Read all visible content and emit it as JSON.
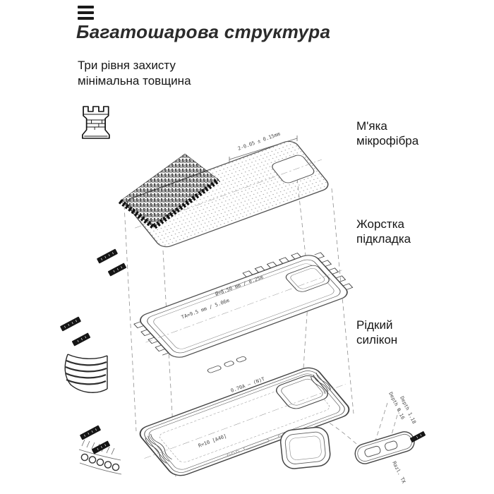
{
  "header": {
    "title": "Багатошарова структура",
    "subtitle_line1": "Три рівня захисту",
    "subtitle_line2": "мінімальна товщина"
  },
  "labels": {
    "microfiber": {
      "line1": "М'яка",
      "line2": "мікрофібра"
    },
    "liner": {
      "line1": "Жорстка",
      "line2": "підкладка"
    },
    "silicone": {
      "line1": "Рідкий",
      "line2": "силікон"
    }
  },
  "annotations": {
    "sheet_dim": "2-0.05 ± 0.15mm",
    "liner_dim1": "Ø=8.50 mm / 0.25m",
    "liner_dim2": "TA=9.5 mm / 5.06m",
    "case_dim1": "0.70A – (N)T",
    "case_dim2": "R=10 [A40]",
    "strip_dim1": "Depth 0.16",
    "strip_dim2": "Depth 1.18",
    "corner_dim": "Razl. TX"
  },
  "icons": {
    "menu": "hamburger-icon",
    "tower": "castle-tower-icon"
  },
  "colors": {
    "background": "#ffffff",
    "ink": "#1a1a1a",
    "line": "#4f4f4f"
  }
}
